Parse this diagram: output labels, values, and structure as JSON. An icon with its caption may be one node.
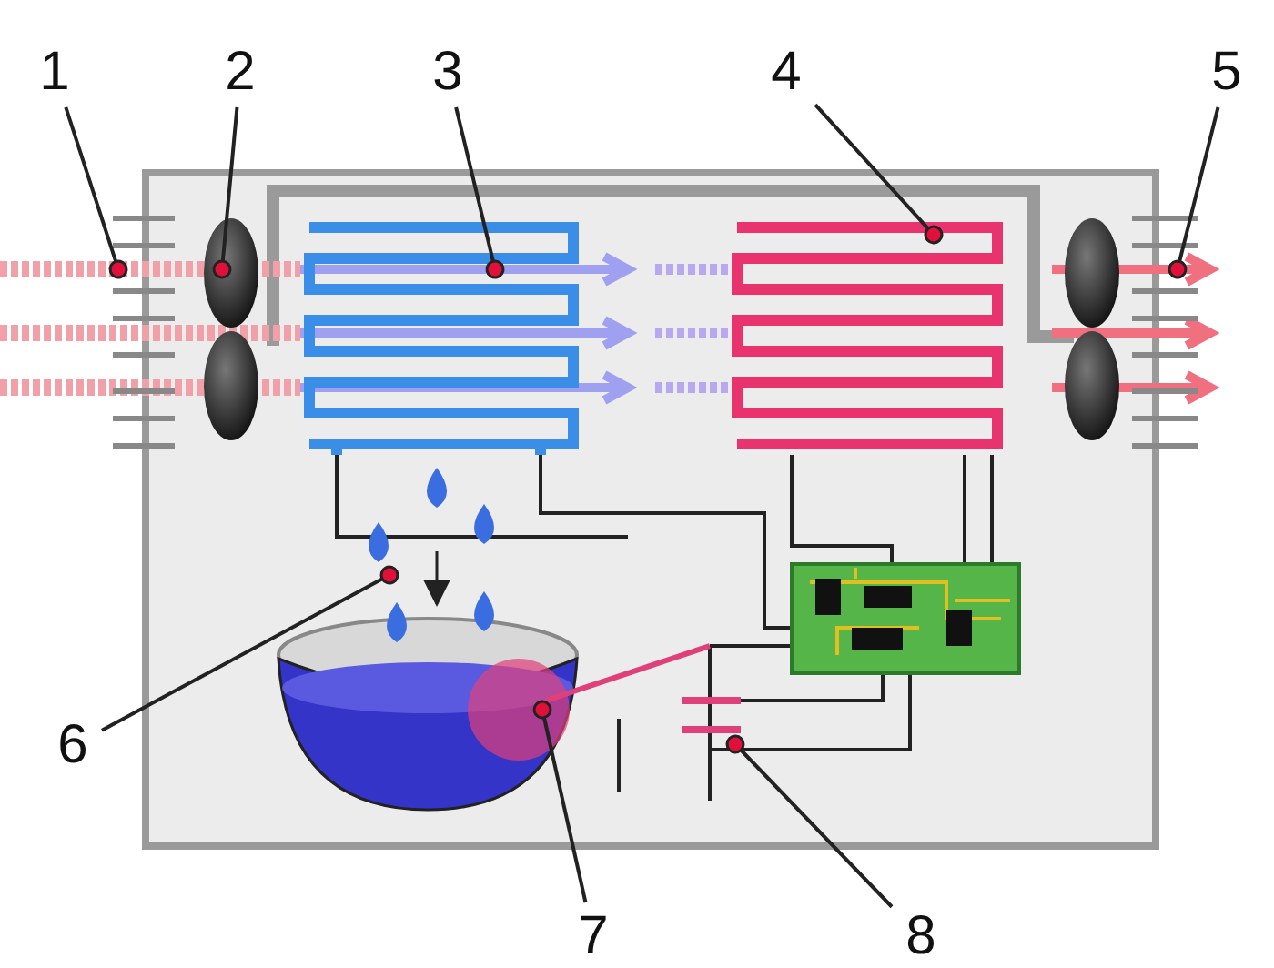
{
  "diagram": {
    "nodes": [
      {
        "text": [
          "1"
        ]
      },
      {
        "text": [
          "2"
        ]
      },
      {
        "text": [
          "3"
        ]
      },
      {
        "text": [
          "4"
        ]
      },
      {
        "text": [
          "5"
        ]
      },
      {
        "text": [
          "6"
        ]
      },
      {
        "text": [
          "7"
        ]
      },
      {
        "text": [
          "8"
        ]
      },
      {
        "text": [],
        "shape": "picture"
      },
      {
        "text": [],
        "shape": "picture"
      },
      {
        "text": [],
        "shape": "picture"
      },
      {
        "text": [],
        "shape": "picture"
      },
      {
        "text": [],
        "shape": "picture"
      },
      {
        "text": [],
        "shape": "picture"
      },
      {
        "text": [],
        "shape": "circle"
      },
      {
        "text": [],
        "shape": "picture"
      }
    ],
    "edges": [
      {
        "from": 0,
        "to": 8,
        "arrow": "other"
      },
      {
        "from": 1,
        "to": 9,
        "arrow": "other"
      },
      {
        "from": 2,
        "to": 10,
        "arrow": "other"
      },
      {
        "from": 3,
        "to": 11,
        "arrow": "other"
      },
      {
        "from": 4,
        "to": 12,
        "arrow": "other"
      },
      {
        "from": 5,
        "to": 13,
        "arrow": "other"
      },
      {
        "from": 6,
        "to": 14,
        "arrow": "other"
      },
      {
        "from": 7,
        "to": 15,
        "arrow": "other"
      }
    ]
  }
}
